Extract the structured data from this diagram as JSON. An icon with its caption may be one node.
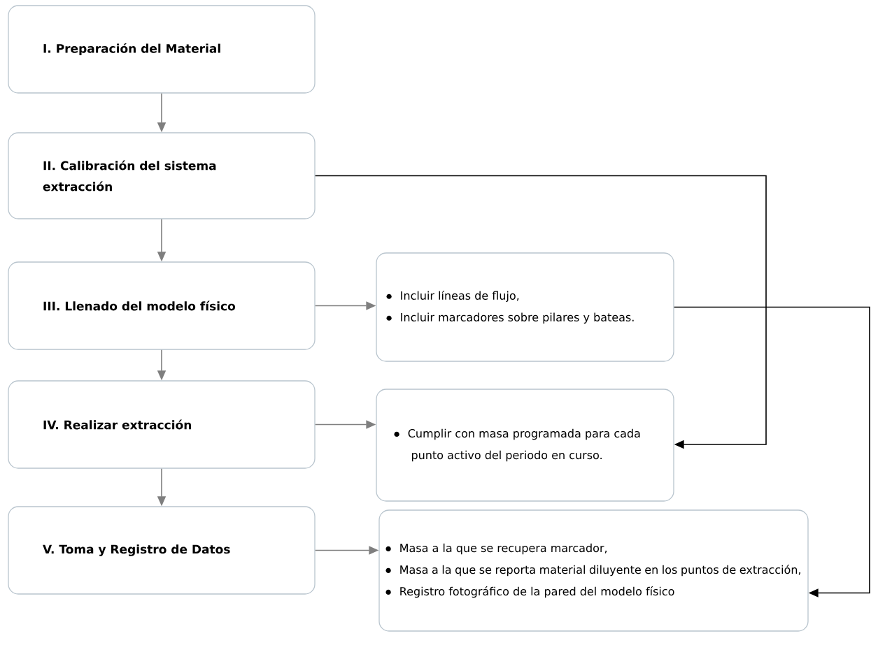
{
  "diagram": {
    "nodes": [
      {
        "text": [
          "I. Preparación del Material"
        ]
      },
      {
        "text": [
          "II. Calibración del  sistema extracción"
        ]
      },
      {
        "text": [
          "III. Llenado del modelo físico"
        ]
      },
      {
        "text": [
          "Incluir líneas de flujo,",
          "Incluir marcadores sobre pilares y bateas."
        ]
      },
      {
        "text": [
          "IV. Realizar extracción"
        ]
      },
      {
        "text": [
          "Cumplir con masa programada para cada punto activo del periodo en curso."
        ]
      },
      {
        "text": [
          "V. Toma y Registro de Datos"
        ]
      },
      {
        "text": [
          "Masa a la que se recupera marcador,",
          "Masa a la que se reporta material diluyente en los puntos de extracción,",
          "Registro fotográfico de la pared del modelo físico"
        ]
      }
    ],
    "edges": [
      {
        "from": 0,
        "to": 1,
        "arrow": "to"
      },
      {
        "from": 1,
        "to": 2,
        "arrow": "to"
      },
      {
        "from": 2,
        "to": 4,
        "arrow": "to"
      },
      {
        "from": 4,
        "to": 6,
        "arrow": "to"
      },
      {
        "from": 2,
        "to": 3,
        "arrow": "to"
      },
      {
        "from": 4,
        "to": 5,
        "arrow": "to"
      },
      {
        "from": 6,
        "to": 7,
        "arrow": "to"
      },
      {
        "from": 1,
        "to": 5,
        "arrow": "to",
        "color": "#000000"
      },
      {
        "from": 3,
        "to": 7,
        "arrow": "to",
        "color": "#000000"
      }
    ]
  }
}
